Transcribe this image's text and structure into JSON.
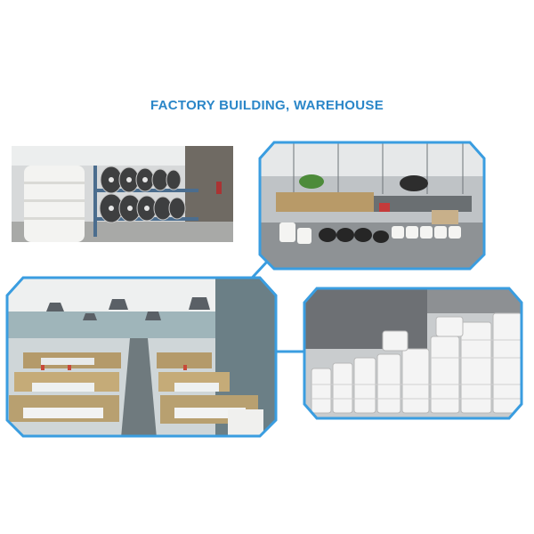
{
  "title": "FACTORY BUILDING, WAREHOUSE",
  "colors": {
    "accent": "#2a86c8",
    "frame": "#3a9de0",
    "grey_wall": "#c9ccce"
  },
  "photos": [
    {
      "name": "spool-rack-photo"
    },
    {
      "name": "warehouse-floor-photo"
    },
    {
      "name": "weaving-looms-photo"
    },
    {
      "name": "stacked-rolls-photo"
    }
  ]
}
